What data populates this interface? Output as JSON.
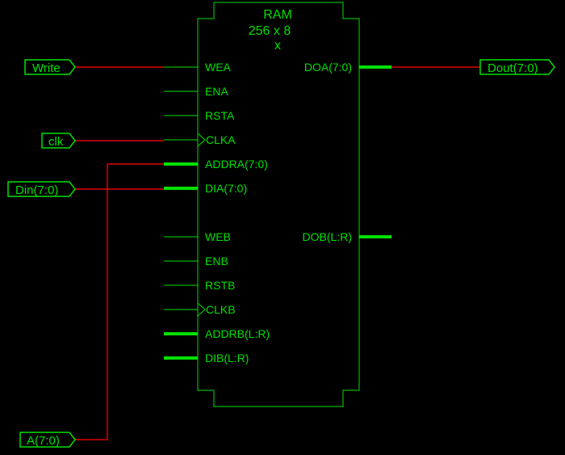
{
  "block": {
    "title": "RAM",
    "size": "256 x 8",
    "mark": "x"
  },
  "pins_left": {
    "wea": "WEA",
    "ena": "ENA",
    "rsta": "RSTA",
    "clka": "CLKA",
    "addra": "ADDRA(7:0)",
    "dia": "DIA(7:0)",
    "web": "WEB",
    "enb": "ENB",
    "rstb": "RSTB",
    "clkb": "CLKB",
    "addrb": "ADDRB(L:R)",
    "dib": "DIB(L:R)"
  },
  "pins_right": {
    "doa": "DOA(7:0)",
    "dob": "DOB(L:R)"
  },
  "ports": {
    "write": "Write",
    "clk": "clk",
    "din": "Din(7:0)",
    "addr": "A(7:0)",
    "dout": "Dout(7:0)"
  },
  "colors": {
    "background": "#000000",
    "symbol": "#00e000",
    "net": "#e00000"
  }
}
